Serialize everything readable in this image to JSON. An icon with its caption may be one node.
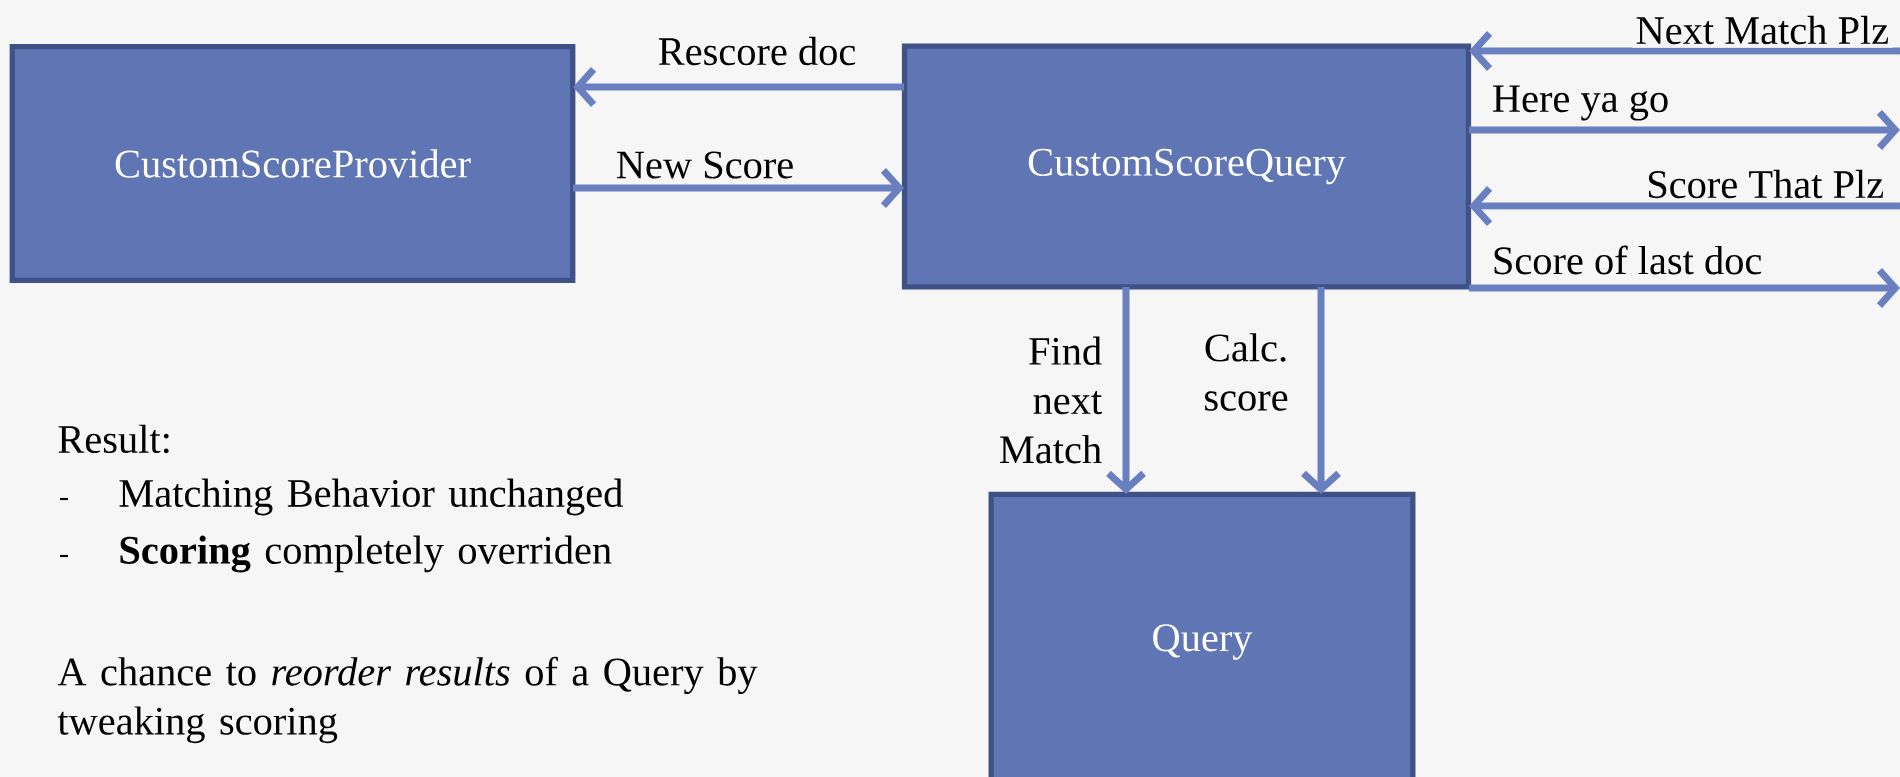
{
  "diagram": {
    "nodes": [
      {
        "text": [
          "CustomScoreProvider"
        ]
      },
      {
        "text": [
          "CustomScoreQuery"
        ]
      },
      {
        "text": [
          "Query"
        ]
      }
    ],
    "edges": [
      {
        "from": 1,
        "to": 0,
        "arrow": "to",
        "label": "Rescore doc"
      },
      {
        "from": 0,
        "to": 1,
        "arrow": "to",
        "label": "New Score"
      },
      {
        "from": null,
        "to": 1,
        "arrow": "to",
        "label": "Next Match Plz"
      },
      {
        "from": 1,
        "to": null,
        "arrow": "to",
        "label": "Here ya go"
      },
      {
        "from": null,
        "to": 1,
        "arrow": "to",
        "label": "Score That Plz"
      },
      {
        "from": 1,
        "to": null,
        "arrow": "to",
        "label": "Score of last doc"
      },
      {
        "from": 1,
        "to": 2,
        "arrow": "to",
        "label": "Find next Match"
      },
      {
        "from": 1,
        "to": 2,
        "arrow": "to",
        "label": "Calc. score"
      }
    ],
    "labels": [
      "Result:",
      "Matching Behavior unchanged",
      "**Scoring** completely overriden",
      "A chance to *reorder results* of a Query by tweaking scoring"
    ]
  }
}
